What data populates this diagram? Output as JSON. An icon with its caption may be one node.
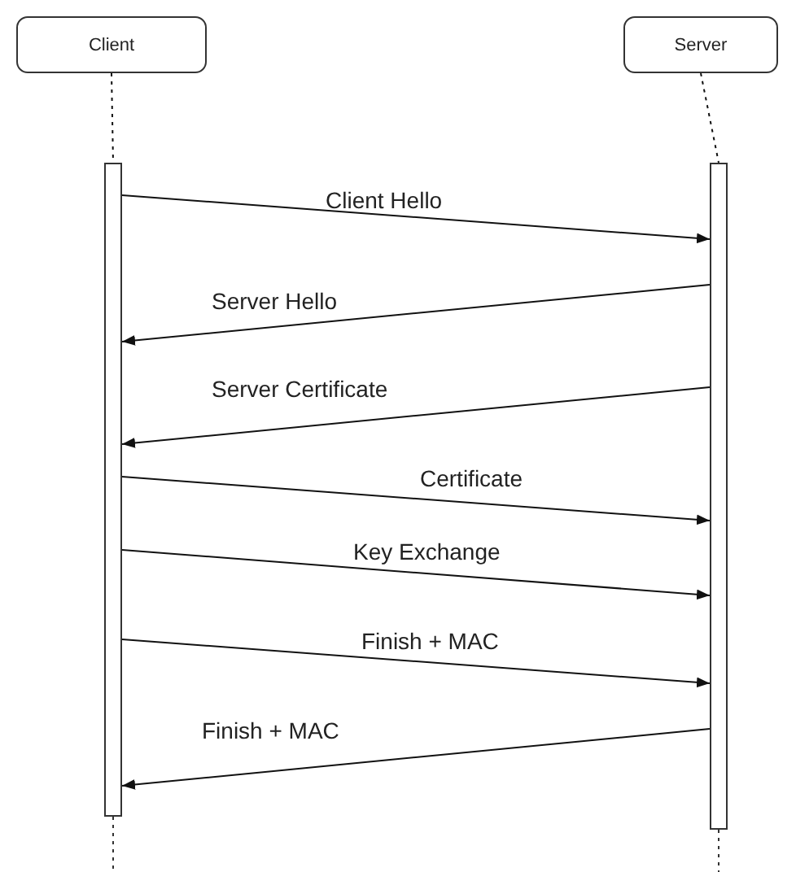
{
  "diagram": {
    "nodes": [
      {
        "text": [
          "Client"
        ]
      },
      {
        "text": [
          "Server"
        ]
      },
      {
        "text": [],
        "shape": "bar"
      },
      {
        "text": [],
        "shape": "bar"
      }
    ],
    "edges": [
      {
        "from": 0,
        "to": 2,
        "arrow": "none",
        "style": "dashed"
      },
      {
        "from": 1,
        "to": 3,
        "arrow": "none",
        "style": "dashed"
      },
      {
        "from": 2,
        "to": 3,
        "arrow": "to",
        "label": "Client Hello"
      },
      {
        "from": 3,
        "to": 2,
        "arrow": "to",
        "label": "Server Hello"
      },
      {
        "from": 3,
        "to": 2,
        "arrow": "to",
        "label": "Server Certificate"
      },
      {
        "from": 2,
        "to": 3,
        "arrow": "to",
        "label": "Certificate"
      },
      {
        "from": 2,
        "to": 3,
        "arrow": "to",
        "label": "Key Exchange"
      },
      {
        "from": 2,
        "to": 3,
        "arrow": "to",
        "label": "Finish + MAC"
      },
      {
        "from": 3,
        "to": 2,
        "arrow": "to",
        "label": "Finish + MAC"
      }
    ]
  }
}
